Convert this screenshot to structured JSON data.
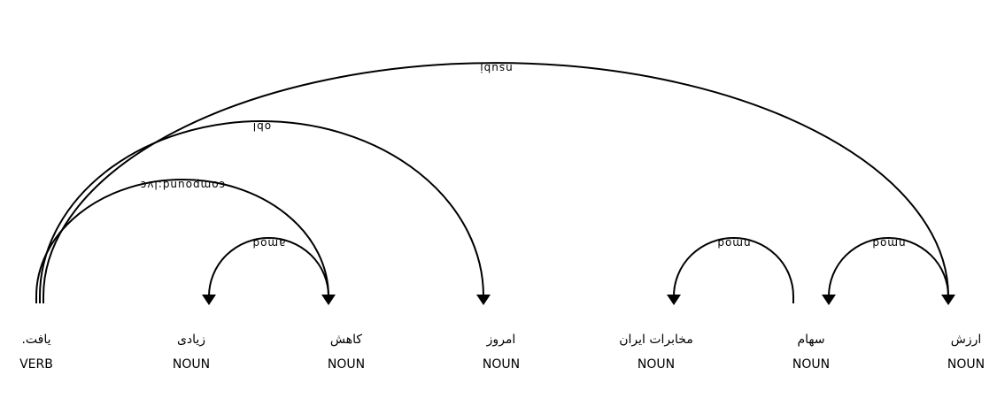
{
  "colors": {
    "background": "#ffffff",
    "ink": "#000000"
  },
  "tokens": [
    {
      "word": "ارزش",
      "tag": "NOUN"
    },
    {
      "word": "سهام",
      "tag": "NOUN"
    },
    {
      "word": "مخابرات ایران",
      "tag": "NOUN"
    },
    {
      "word": "امروز",
      "tag": "NOUN"
    },
    {
      "word": "کاهش",
      "tag": "NOUN"
    },
    {
      "word": "زیادی",
      "tag": "NOUN"
    },
    {
      "word": "یافت.",
      "tag": "VERB"
    }
  ],
  "arcs": [
    {
      "label": "nmod",
      "head": 0,
      "dep": 1
    },
    {
      "label": "nmod",
      "head": 1,
      "dep": 2
    },
    {
      "label": "amod",
      "head": 4,
      "dep": 5
    },
    {
      "label": "compound:lvc",
      "head": 6,
      "dep": 4
    },
    {
      "label": "obl",
      "head": 6,
      "dep": 3
    },
    {
      "label": "nsubj",
      "head": 6,
      "dep": 0
    }
  ]
}
